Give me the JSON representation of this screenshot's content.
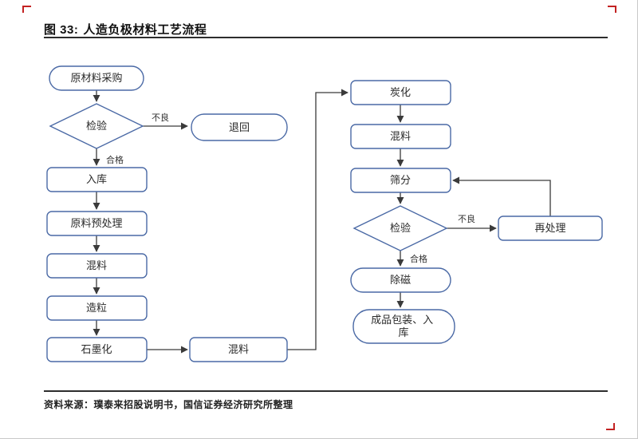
{
  "page": {
    "figure_label": "图 33:",
    "title": "人造负极材料工艺流程",
    "source": "资料来源：璞泰来招股说明书，国信证券经济研究所整理",
    "accent_red": "#c32222",
    "box_border_blue": "#4a69a5"
  },
  "flowchart": {
    "nodes": {
      "raw_material": "原材料采购",
      "inspect_1": "检验",
      "return_box": "退回",
      "warehouse_in": "入库",
      "pretreatment": "原料预处理",
      "mix_1": "混料",
      "granulation": "造粒",
      "graphitization": "石墨化",
      "mix_2": "混料",
      "carbonization": "炭化",
      "mix_3": "混料",
      "sieving": "筛分",
      "inspect_2": "检验",
      "reprocess": "再处理",
      "demagnetization": "除磁",
      "pack_lines": [
        "成品包装、入",
        "库"
      ]
    },
    "edge_labels": {
      "fail_1": "不良",
      "pass_1": "合格",
      "fail_2": "不良",
      "pass_2": "合格"
    }
  }
}
